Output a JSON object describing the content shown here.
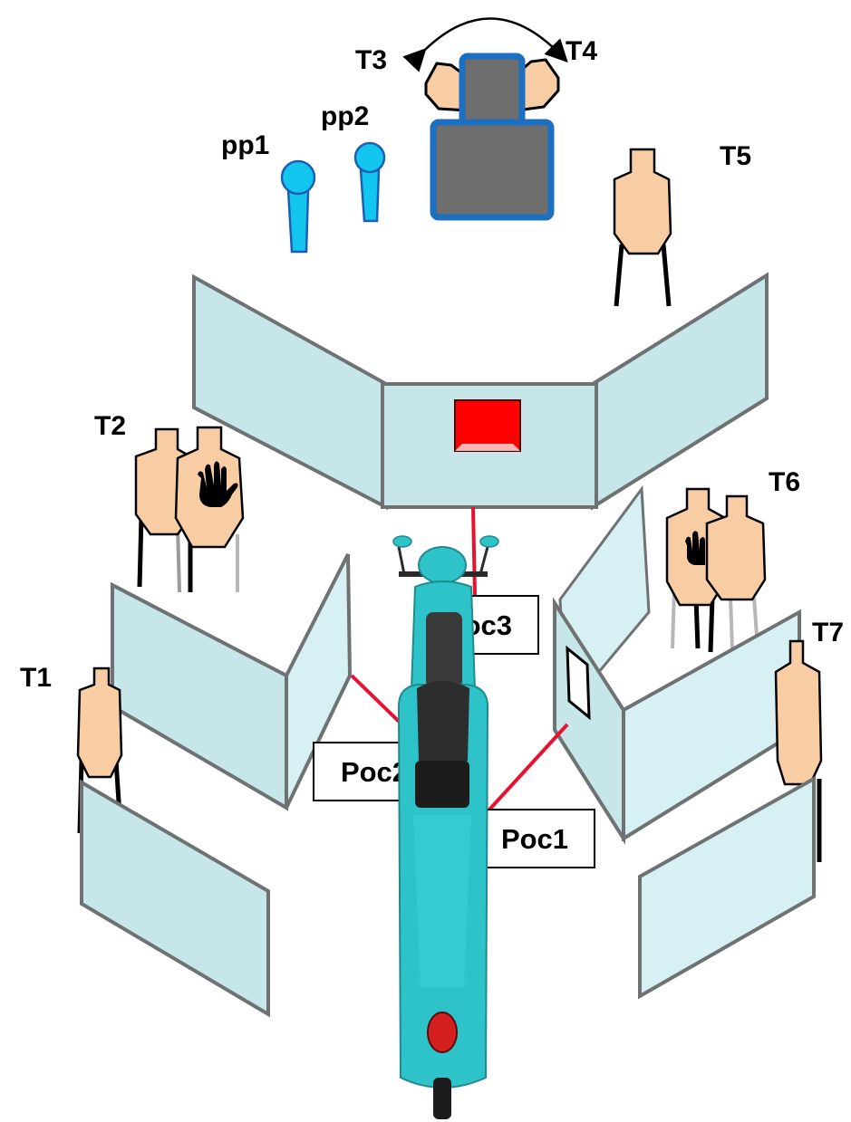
{
  "colors": {
    "target_fill": "#f9cda3",
    "target_stroke": "#000000",
    "popper_fill": "#12c6f0",
    "popper_stroke": "#1a5fb4",
    "wall_face": "#c7e6ea",
    "wall_face_light": "#d7f0f3",
    "wall_edge": "#6e7272",
    "poc_line": "#e8112f",
    "box_border": "#000000",
    "red_plate": "#ff0000",
    "table_fill": "#6e6e6e",
    "table_border": "#1d6fc2",
    "scooter_body": "#2ec3c9",
    "no_shoot_mark": "#000000"
  },
  "labels": {
    "t1": "T1",
    "t2": "T2",
    "t3": "T3",
    "t4": "T4",
    "t5": "T5",
    "t6": "T6",
    "t7": "T7",
    "pp1": "pp1",
    "pp2": "pp2"
  },
  "positions": {
    "poc1": "Poc1",
    "poc2": "Poc2",
    "poc3": "Poc3"
  },
  "icons": {
    "no_shoot": "hand-icon",
    "vehicle": "scooter-icon",
    "swing": "double-arrow-icon"
  }
}
